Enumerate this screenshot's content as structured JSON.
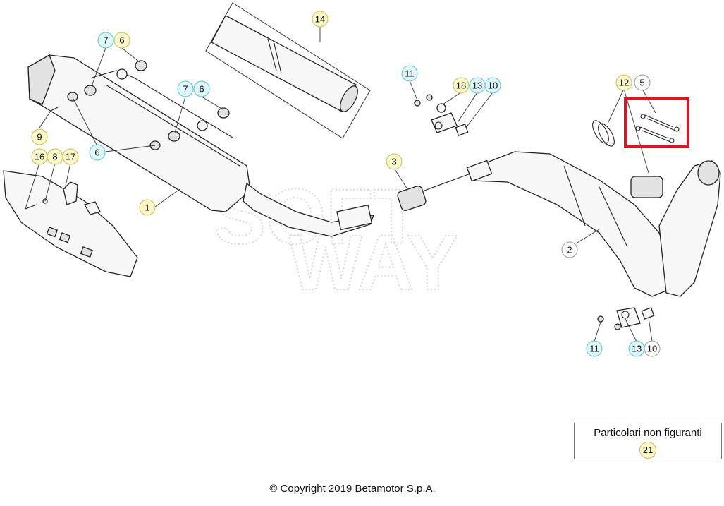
{
  "watermark": {
    "line1": "SOFT",
    "line2": "WAY"
  },
  "callouts": [
    {
      "id": "c1",
      "label": "1",
      "style": "y"
    },
    {
      "id": "c2",
      "label": "2",
      "style": "w"
    },
    {
      "id": "c3",
      "label": "3",
      "style": "y"
    },
    {
      "id": "c5",
      "label": "5",
      "style": "w"
    },
    {
      "id": "c6a",
      "label": "6",
      "style": "y"
    },
    {
      "id": "c7a",
      "label": "7",
      "style": "c"
    },
    {
      "id": "c6b",
      "label": "6",
      "style": "c"
    },
    {
      "id": "c7b",
      "label": "7",
      "style": "c"
    },
    {
      "id": "c6c",
      "label": "6",
      "style": "c"
    },
    {
      "id": "c8",
      "label": "8",
      "style": "y"
    },
    {
      "id": "c9",
      "label": "9",
      "style": "y"
    },
    {
      "id": "c10a",
      "label": "10",
      "style": "c"
    },
    {
      "id": "c10b",
      "label": "10",
      "style": "w"
    },
    {
      "id": "c11a",
      "label": "11",
      "style": "c"
    },
    {
      "id": "c11b",
      "label": "11",
      "style": "c"
    },
    {
      "id": "c12",
      "label": "12",
      "style": "y"
    },
    {
      "id": "c13a",
      "label": "13",
      "style": "c"
    },
    {
      "id": "c13b",
      "label": "13",
      "style": "c"
    },
    {
      "id": "c14",
      "label": "14",
      "style": "y"
    },
    {
      "id": "c16",
      "label": "16",
      "style": "y"
    },
    {
      "id": "c17",
      "label": "17",
      "style": "y"
    },
    {
      "id": "c18",
      "label": "18",
      "style": "y"
    }
  ],
  "legend": {
    "title": "Particolari non figuranti",
    "number": "21"
  },
  "copyright": "© Copyright 2019 Betamotor S.p.A.",
  "colors": {
    "highlight": "#e0141e",
    "callout_yellow": "#fbf7c9",
    "callout_cyan": "#dff6fb"
  }
}
